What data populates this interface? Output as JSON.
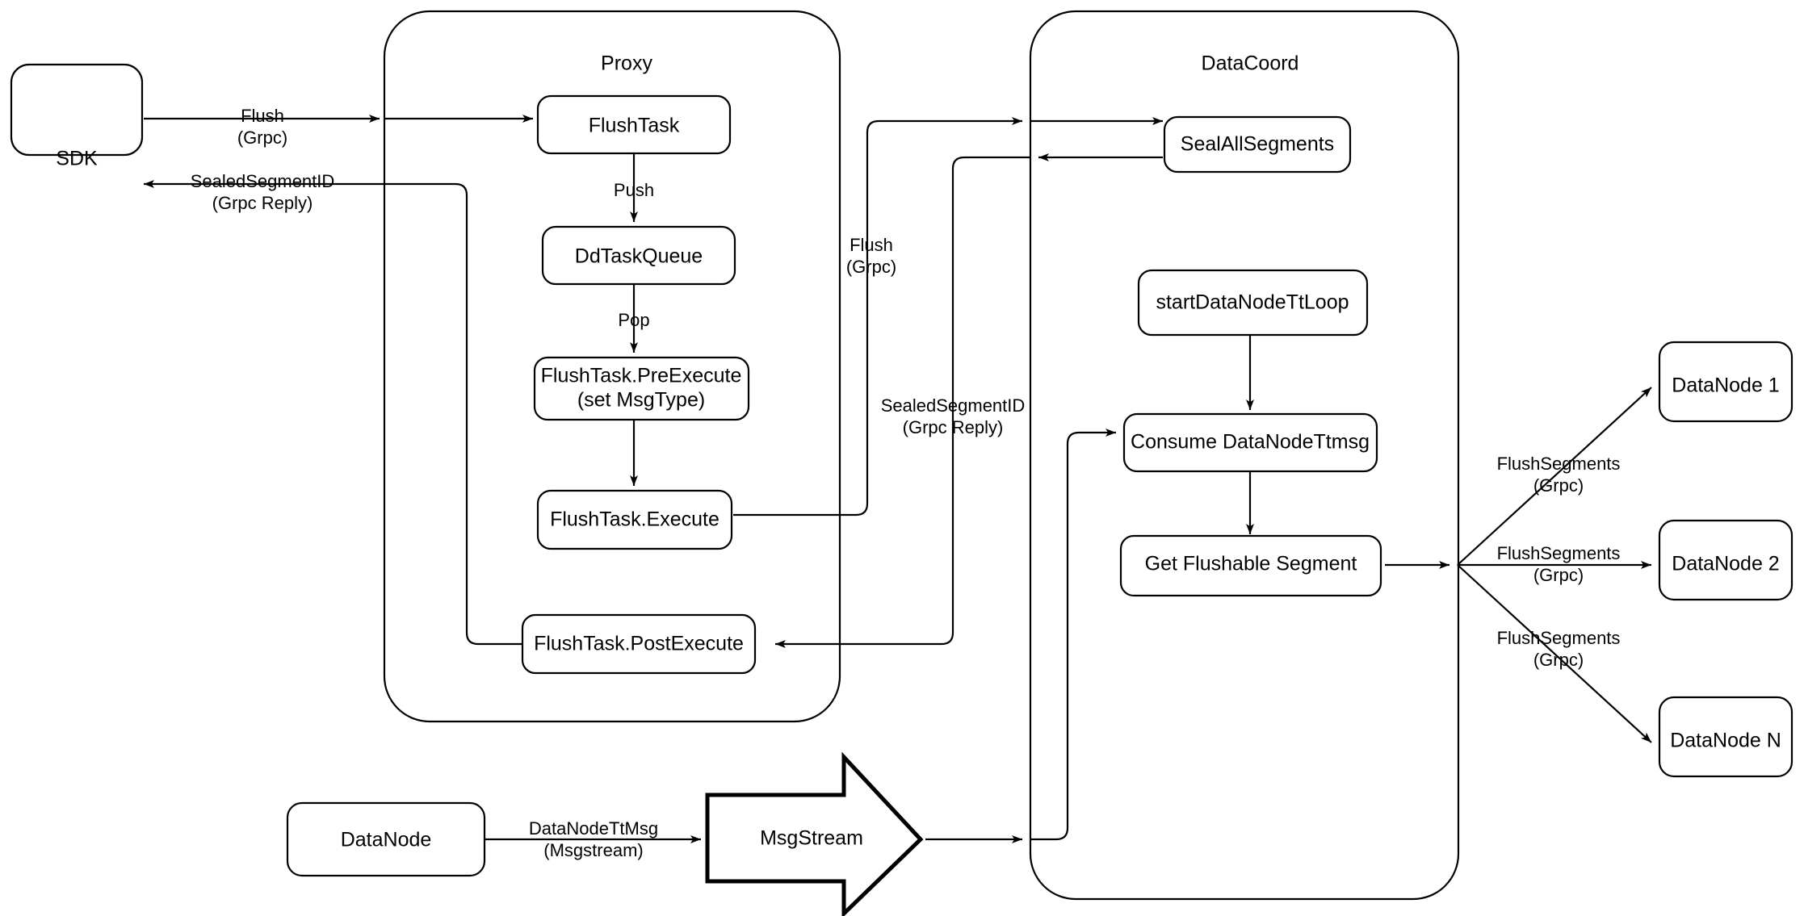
{
  "diagram": {
    "title": "Milvus Flush Flow",
    "background_color": "#ffffff",
    "stroke_color": "#000000"
  },
  "containers": [
    {
      "id": "proxy",
      "label": "Proxy"
    },
    {
      "id": "datacoord",
      "label": "DataCoord"
    }
  ],
  "nodes": {
    "sdk": "SDK",
    "flush_task": "FlushTask",
    "dd_task_queue": "DdTaskQueue",
    "pre_execute_line1": "FlushTask.PreExecute",
    "pre_execute_line2": "(set MsgType)",
    "execute": "FlushTask.Execute",
    "post_execute": "FlushTask.PostExecute",
    "seal_all_segments": "SealAllSegments",
    "start_datanode_tt_loop": "startDataNodeTtLoop",
    "consume_datanode_ttmsg": "Consume DataNodeTtmsg",
    "get_flushable_segment": "Get Flushable Segment",
    "datanode_1": "DataNode 1",
    "datanode_2": "DataNode 2",
    "datanode_n": "DataNode N",
    "datanode_bottom": "DataNode",
    "msgstream": "MsgStream"
  },
  "edges": {
    "sdk_to_proxy_line1": "Flush",
    "sdk_to_proxy_line2": "(Grpc)",
    "proxy_to_sdk_line1": "SealedSegmentID",
    "proxy_to_sdk_line2": "(Grpc Reply)",
    "push": "Push",
    "pop": "Pop",
    "proxy_to_datacoord_line1": "Flush",
    "proxy_to_datacoord_line2": "(Grpc)",
    "datacoord_to_proxy_line1": "SealedSegmentID",
    "datacoord_to_proxy_line2": "(Grpc Reply)",
    "datanode_ttmsg_line1": "DataNodeTtMsg",
    "datanode_ttmsg_line2": "(Msgstream)",
    "flush_segments_1_line1": "FlushSegments",
    "flush_segments_1_line2": "(Grpc)",
    "flush_segments_2_line1": "FlushSegments",
    "flush_segments_2_line2": "(Grpc)",
    "flush_segments_n_line1": "FlushSegments",
    "flush_segments_n_line2": "(Grpc)"
  }
}
